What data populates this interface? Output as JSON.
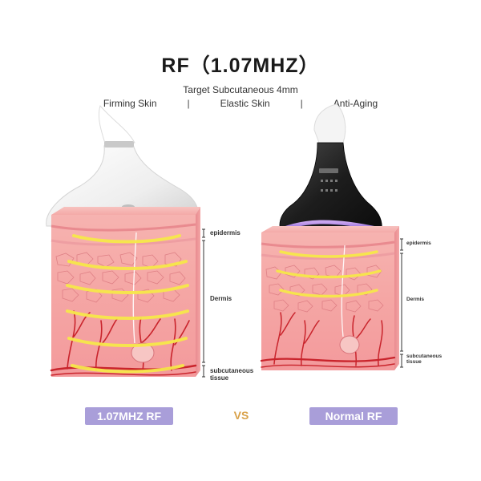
{
  "header": {
    "title": "RF（1.07MHZ）",
    "subtitle": "Target Subcutaneous 4mm",
    "features": [
      "Firming Skin",
      "Elastic Skin",
      "Anti-Aging"
    ],
    "separator": "|"
  },
  "left_panel": {
    "layers": {
      "epidermis": "epidermis",
      "dermis": "Dermis",
      "subcutaneous_line1": "subcutaneous",
      "subcutaneous_line2": "tissue"
    },
    "badge": "1.07MHZ RF",
    "device_color": "#f2f2f2"
  },
  "right_panel": {
    "layers": {
      "epidermis": "epidermis",
      "dermis": "Dermis",
      "subcutaneous_line1": "subcutaneous",
      "subcutaneous_line2": "tissue"
    },
    "badge": "Normal RF",
    "device_color": "#1c1c1c"
  },
  "vs_label": "VS",
  "colors": {
    "badge_bg": "#a99ed9",
    "vs_text": "#d9a24a",
    "skin_pink": "#f4a4a4",
    "wave_yellow": "#f7e84a",
    "vessel_red": "#c9242c"
  }
}
